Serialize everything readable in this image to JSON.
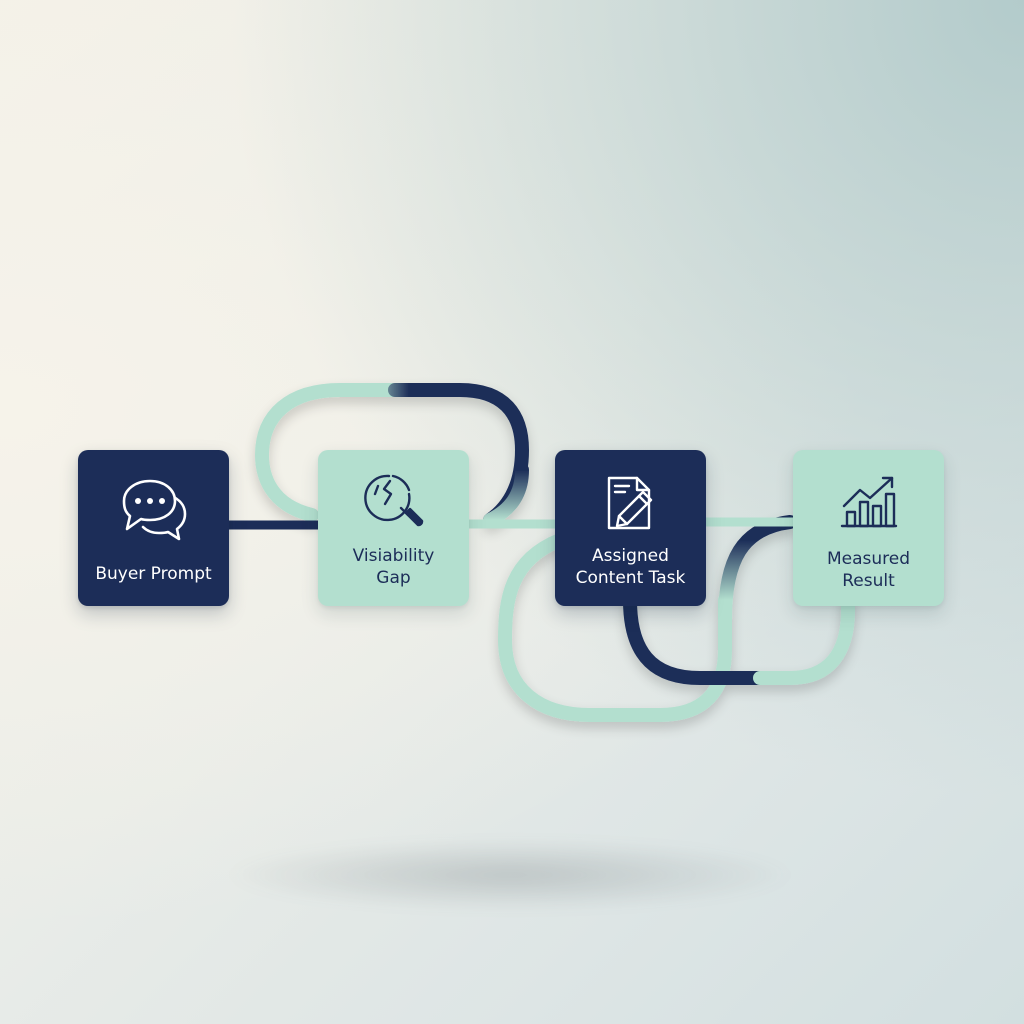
{
  "diagram": {
    "colors": {
      "dark_navy": "#1c2d58",
      "mint": "#b3dfcf",
      "white": "#ffffff"
    },
    "nodes": [
      {
        "label": "Buyer Prompt",
        "icon": "chat-bubbles-icon",
        "style": "dark"
      },
      {
        "label": "Visiability\nGap",
        "icon": "magnifier-broken-circle-icon",
        "style": "light"
      },
      {
        "label": "Assigned\nContent Task",
        "icon": "document-pencil-icon",
        "style": "dark"
      },
      {
        "label": "Measured\nResult",
        "icon": "bar-chart-trend-icon",
        "style": "light"
      }
    ]
  }
}
